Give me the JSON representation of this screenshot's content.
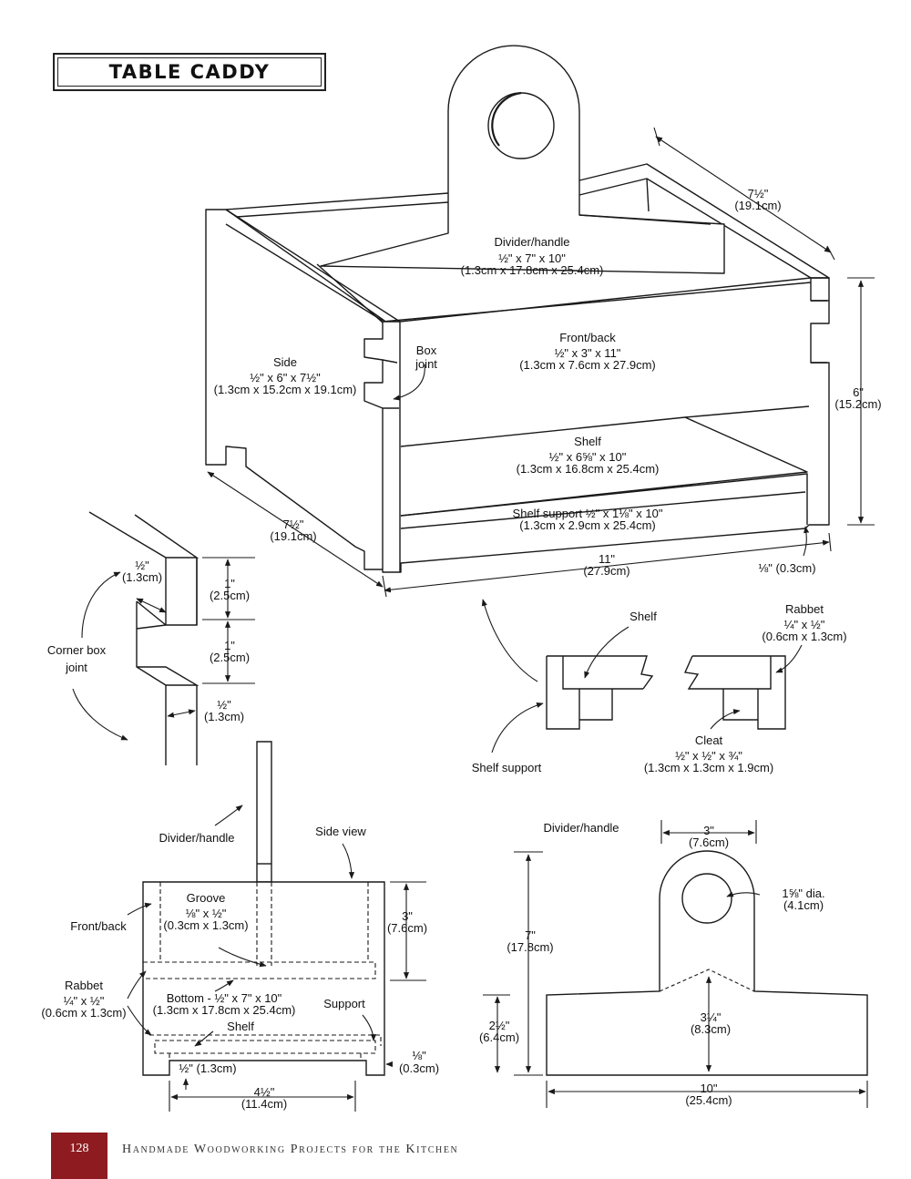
{
  "title": "TABLE CADDY",
  "footer": {
    "page_number": "128",
    "book_title": "Handmade Woodworking Projects for the Kitchen"
  },
  "colors": {
    "footer_accent": "#8e1b1f",
    "line": "#1a1a1a"
  },
  "main": {
    "divider": [
      "Divider/handle",
      "½\" x 7\"  x 10\"",
      "(1.3cm x 17.8cm x 25.4cm)"
    ],
    "frontback": [
      "Front/back",
      "½\" x 3\" x 11\"",
      "(1.3cm x 7.6cm x 27.9cm)"
    ],
    "side": [
      "Side",
      "½\" x 6\"  x 7½\"",
      "(1.3cm x 15.2cm x 19.1cm)"
    ],
    "boxjoint": [
      "Box",
      "joint"
    ],
    "shelf": [
      "Shelf",
      "½\" x 6⅝\"  x 10\"",
      "(1.3cm x 16.8cm x 25.4cm)"
    ],
    "shelfsupport": [
      "Shelf support ½\" x 1⅛\"  x 10\"",
      "(1.3cm x 2.9cm x 25.4cm)"
    ],
    "dim_depth_top": [
      "7½\"",
      "(19.1cm)"
    ],
    "dim_height": [
      "6\"",
      "(15.2cm)"
    ],
    "dim_depth_left": [
      "7½\"",
      "(19.1cm)"
    ],
    "dim_length": [
      "11\"",
      "(27.9cm)"
    ],
    "dim_gap": "⅛\" (0.3cm)"
  },
  "corner": {
    "label": [
      "Corner box",
      "joint"
    ],
    "d1": [
      "½\"",
      "(1.3cm)"
    ],
    "d2": [
      "1\"",
      "(2.5cm)"
    ],
    "d3": [
      "1\"",
      "(2.5cm)"
    ],
    "d4": [
      "½\"",
      "(1.3cm)"
    ]
  },
  "detail": {
    "shelf": "Shelf",
    "rabbet": [
      "Rabbet",
      "¼\" x ½\"",
      "(0.6cm x 1.3cm)"
    ],
    "shelfsupport": "Shelf support",
    "cleat": [
      "Cleat",
      "½\" x ½\" x ¾\"",
      "(1.3cm x 1.3cm x 1.9cm)"
    ]
  },
  "sideview": {
    "divider": "Divider/handle",
    "sideview": "Side view",
    "groove": [
      "Groove",
      "⅛\" x ½\"",
      "(0.3cm x 1.3cm)"
    ],
    "frontback": "Front/back",
    "dim3": [
      "3\"",
      "(7.6cm)"
    ],
    "rabbet": [
      "Rabbet",
      "¼\" x ½\"",
      "(0.6cm x 1.3cm)"
    ],
    "bottom": [
      "Bottom - ½\" x 7\" x 10\"",
      "(1.3cm x 17.8cm x 25.4cm)"
    ],
    "support": "Support",
    "shelf": "Shelf",
    "half": "½\" (1.3cm)",
    "eighth": [
      "⅛\"",
      "(0.3cm)"
    ],
    "dim45": [
      "4½\"",
      "(11.4cm)"
    ]
  },
  "handle": {
    "label": "Divider/handle",
    "w3": [
      "3\"",
      "(7.6cm)"
    ],
    "dia": [
      "1⅝\" dia.",
      "(4.1cm)"
    ],
    "h7": [
      "7\"",
      "(17.8cm)"
    ],
    "h25": [
      "2½\"",
      "(6.4cm)"
    ],
    "h325": [
      "3¼\"",
      "(8.3cm)"
    ],
    "w10": [
      "10\"",
      "(25.4cm)"
    ]
  }
}
